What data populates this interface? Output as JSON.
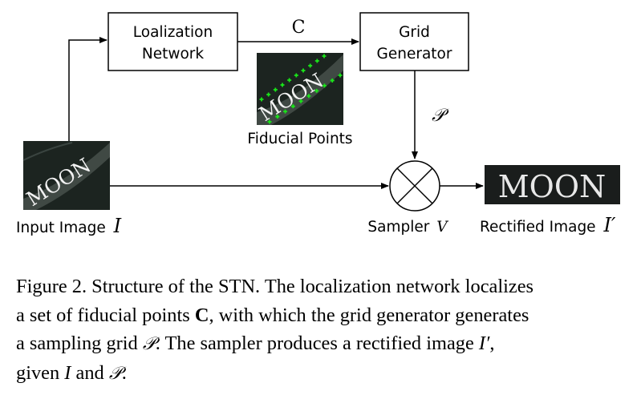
{
  "nodes": {
    "localization": {
      "line1": "Loalization",
      "line2": "Network"
    },
    "grid": {
      "line1": "Grid",
      "line2": "Generator"
    },
    "sampler": {
      "label": "Sampler",
      "symbol": "V"
    }
  },
  "edges": {
    "loc_to_grid_label": "C",
    "grid_to_sampler_label": "𝒫"
  },
  "images": {
    "input": {
      "label": "Input Image",
      "symbol": "I",
      "word": "MOON"
    },
    "fiducial": {
      "label": "Fiducial Points",
      "word": "MOON",
      "point_color": "#19e619"
    },
    "rectified": {
      "label": "Rectified Image",
      "symbol": "I′",
      "word": "MOON"
    }
  },
  "caption": {
    "line1": "Figure 2. Structure of the STN. The localization network localizes",
    "line2_a": "a set of fiducial points ",
    "line2_b": "C",
    "line2_c": ", with which the grid generator generates",
    "line3_a": "a sampling grid ",
    "line3_b": "𝒫",
    "line3_c": ".  The sampler produces a rectified image ",
    "line3_d": "I′",
    "line3_e": ",",
    "line4_a": "given ",
    "line4_b": "I",
    "line4_c": " and ",
    "line4_d": "𝒫",
    "line4_e": "."
  }
}
